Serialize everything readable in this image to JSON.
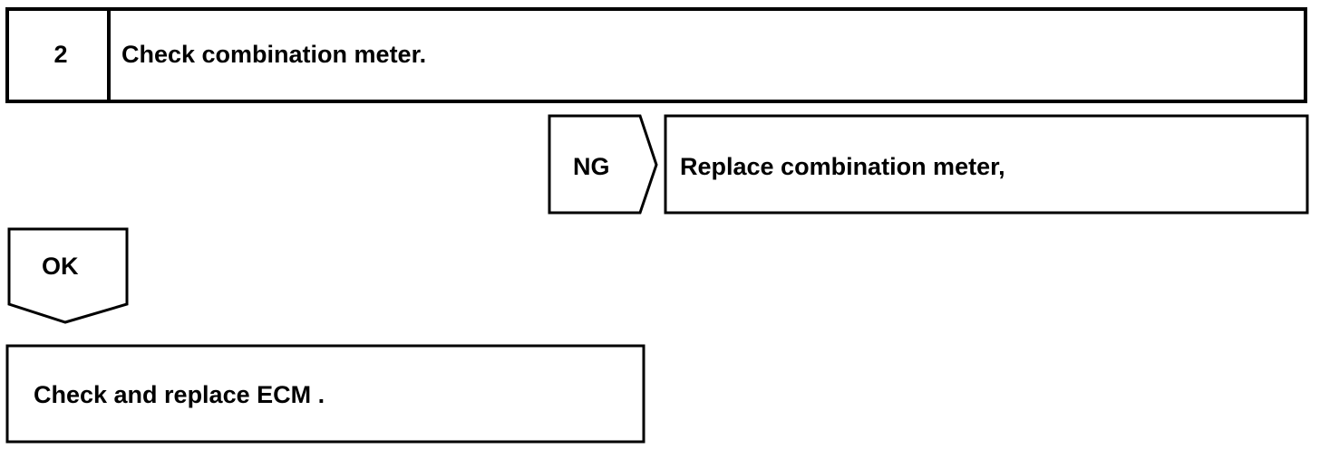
{
  "step": {
    "number": "2",
    "title": "Check combination meter."
  },
  "ng_branch": {
    "label": "NG",
    "action": "Replace combination meter,"
  },
  "ok_branch": {
    "label": "OK",
    "action": "Check and replace ECM ."
  },
  "colors": {
    "stroke": "#000000",
    "background": "#ffffff"
  }
}
